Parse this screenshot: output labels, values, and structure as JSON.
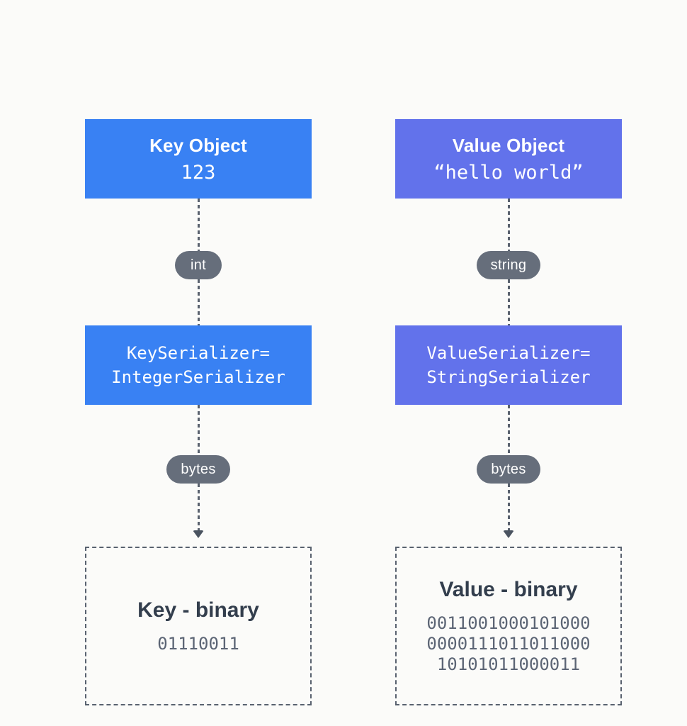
{
  "canvas": {
    "bg": "#fbfbf9"
  },
  "colors": {
    "key_accent": "#3981f3",
    "value_accent": "#6272eb",
    "badge_bg": "#666e7b",
    "dash": "#59616e",
    "arrow": "#4a5360",
    "dark_text": "#333e4d",
    "binary_text": "#5c6575"
  },
  "columns": [
    {
      "id": "key",
      "accent": "#3981f3",
      "object_box": {
        "title": "Key Object",
        "value": "123"
      },
      "type_badge": "int",
      "serializer_box": {
        "line1": "KeySerializer=",
        "line2": "IntegerSerializer"
      },
      "bytes_badge": "bytes",
      "binary_box": {
        "title": "Key - binary",
        "lines": [
          "01110011"
        ]
      }
    },
    {
      "id": "value",
      "accent": "#6272eb",
      "object_box": {
        "title": "Value Object",
        "value": "“hello world”"
      },
      "type_badge": "string",
      "serializer_box": {
        "line1": "ValueSerializer=",
        "line2": "StringSerializer"
      },
      "bytes_badge": "bytes",
      "binary_box": {
        "title": "Value - binary",
        "lines": [
          "0011001000101000",
          "0000111011011000",
          "10101011000011"
        ]
      }
    }
  ]
}
